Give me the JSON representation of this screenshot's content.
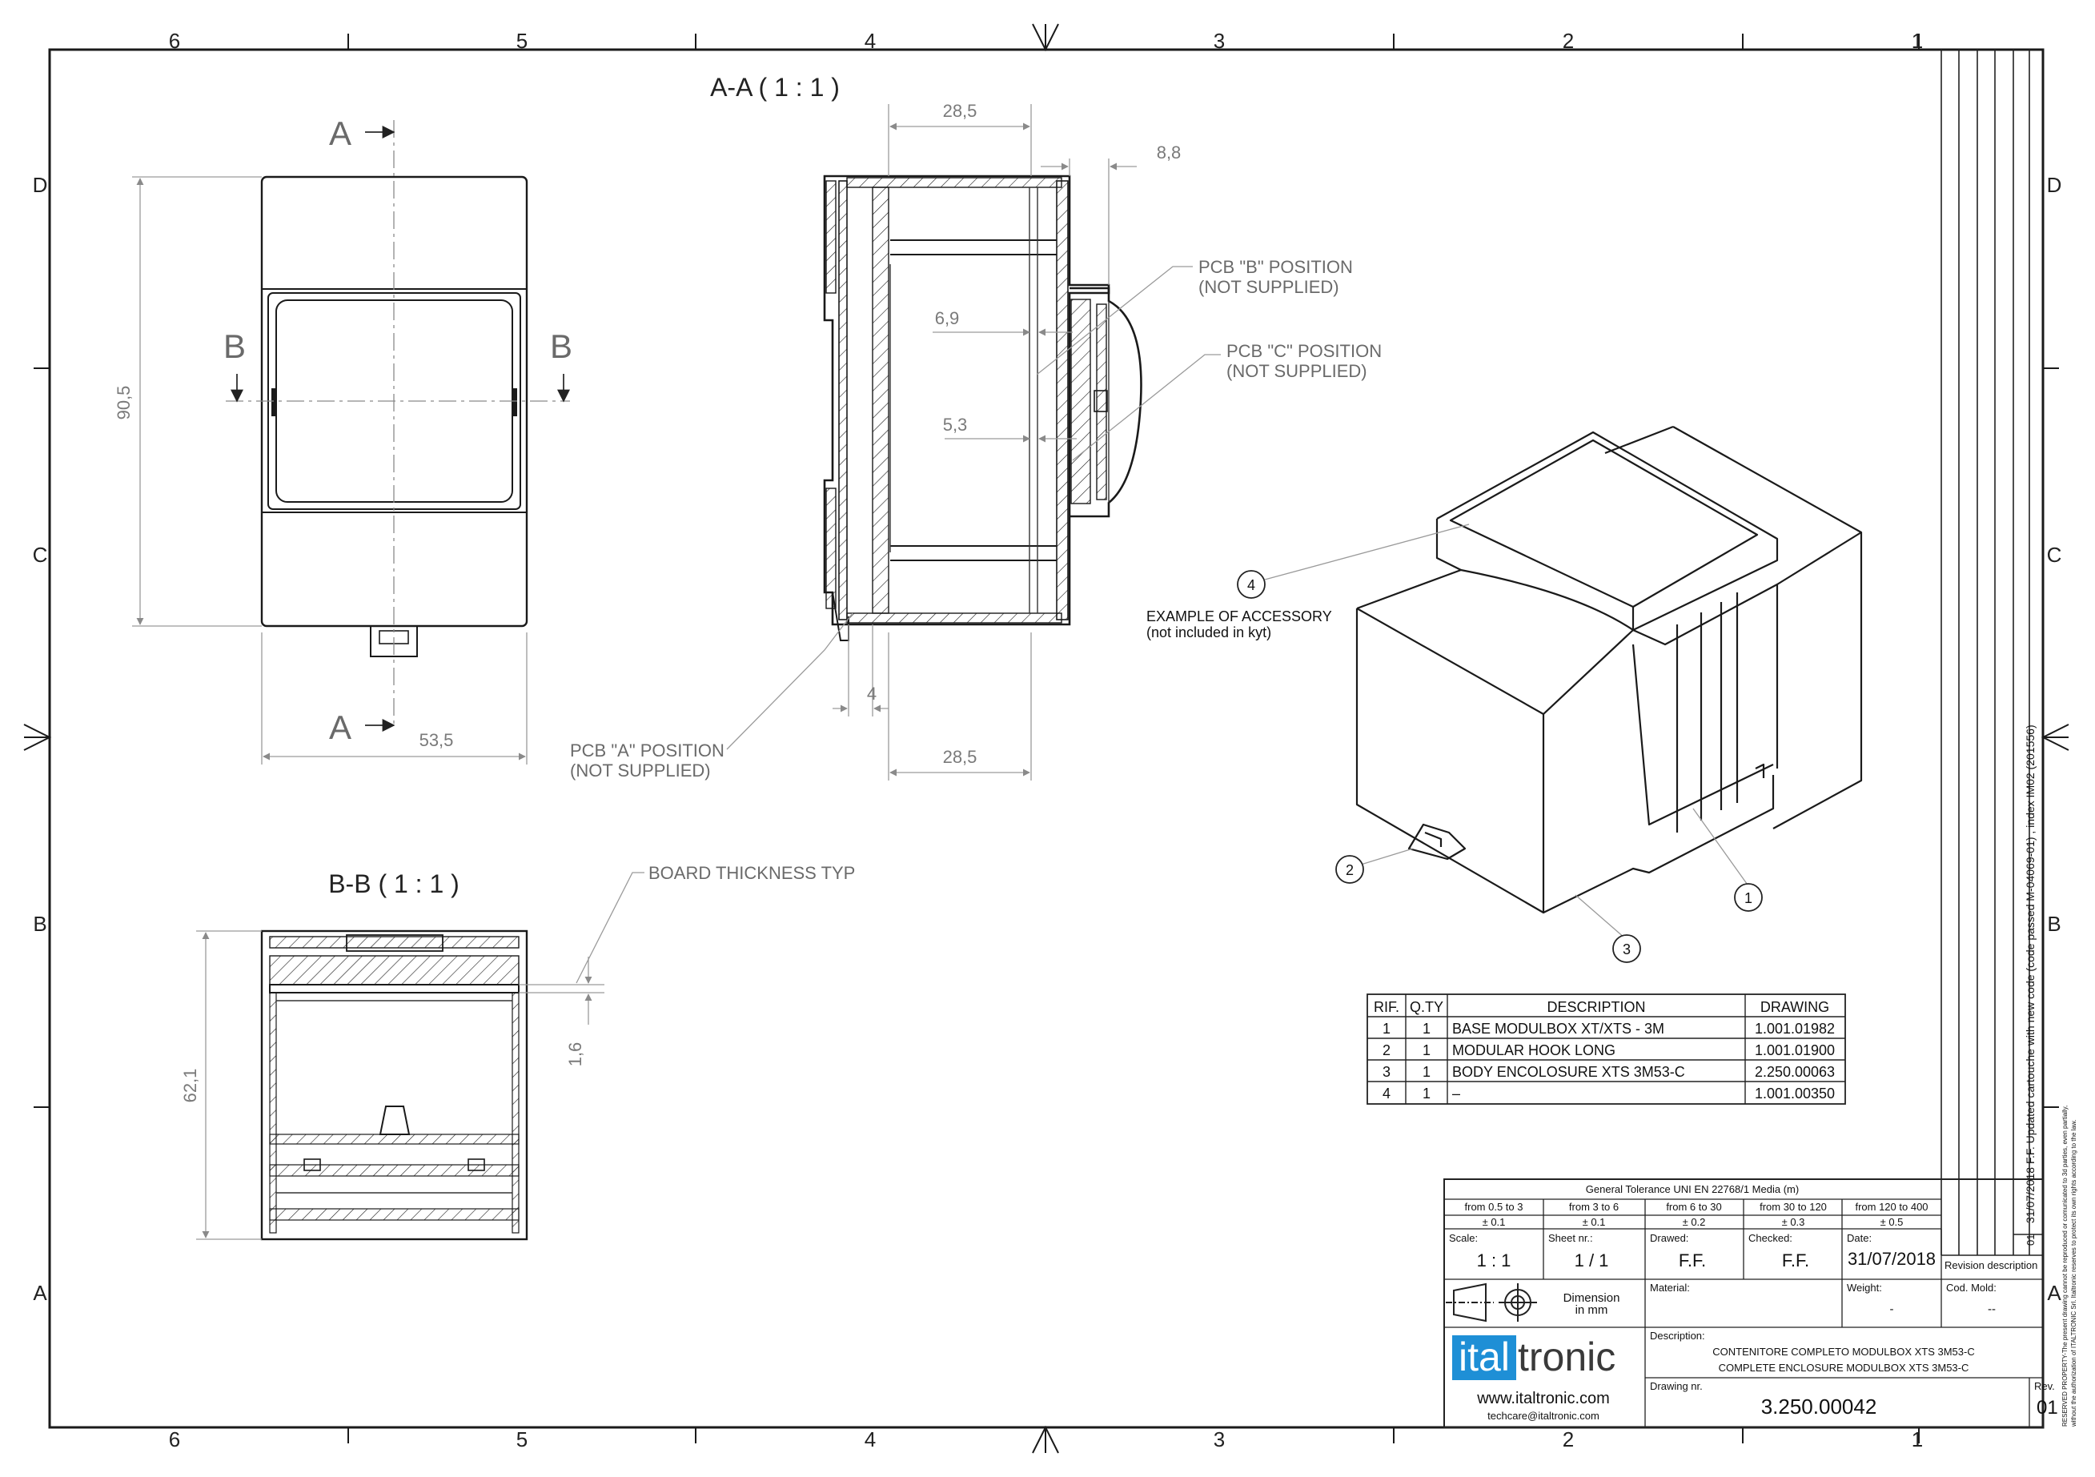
{
  "grid": {
    "columns": [
      "6",
      "5",
      "4",
      "3",
      "2",
      "1"
    ],
    "rows": [
      "D",
      "C",
      "B",
      "A"
    ]
  },
  "views": {
    "section_aa_title": "A-A ( 1 : 1 )",
    "section_bb_title": "B-B ( 1 : 1 )",
    "cut_a": "A",
    "cut_b": "B"
  },
  "dimensions": {
    "height_front": "90,5",
    "width_front": "53,5",
    "top_section": "28,5",
    "bottom_section": "28,5",
    "side_protrusion": "8,8",
    "pcb_b_offset": "6,9",
    "pcb_c_offset": "5,3",
    "pcb_a_offset": "4",
    "height_bb": "62,1",
    "board_thickness": "1,6"
  },
  "notes": {
    "pcb_a_1": "PCB \"A\" POSITION",
    "pcb_a_2": "(NOT SUPPLIED)",
    "pcb_b_1": "PCB \"B\" POSITION",
    "pcb_b_2": "(NOT SUPPLIED)",
    "pcb_c_1": "PCB \"C\" POSITION",
    "pcb_c_2": "(NOT SUPPLIED)",
    "board_thickness": "BOARD THICKNESS TYP",
    "accessory_1": "EXAMPLE OF ACCESSORY",
    "accessory_2": "(not included in kyt)"
  },
  "balloons": [
    "1",
    "2",
    "3",
    "4"
  ],
  "parts_table": {
    "headers": [
      "RIF.",
      "Q.TY",
      "DESCRIPTION",
      "DRAWING"
    ],
    "rows": [
      [
        "1",
        "1",
        "BASE MODULBOX XT/XTS - 3M",
        "1.001.01982"
      ],
      [
        "2",
        "1",
        "MODULAR HOOK LONG",
        "1.001.01900"
      ],
      [
        "3",
        "1",
        "BODY ENCOLOSURE XTS 3M53-C",
        "2.250.00063"
      ],
      [
        "4",
        "1",
        "–",
        "1.001.00350"
      ]
    ]
  },
  "title_block": {
    "tolerance_title": "General Tolerance UNI EN 22768/1 Media (m)",
    "tolerance_ranges": [
      "from 0.5 to 3",
      "from 3 to 6",
      "from 6 to 30",
      "from 30 to 120",
      "from 120 to 400"
    ],
    "tolerance_values": [
      "± 0.1",
      "± 0.1",
      "± 0.2",
      "± 0.3",
      "± 0.5"
    ],
    "scale_label": "Scale:",
    "scale": "1 : 1",
    "sheet_label": "Sheet nr.:",
    "sheet": "1 / 1",
    "drawed_label": "Drawed:",
    "drawed": "F.F.",
    "checked_label": "Checked:",
    "checked": "F.F.",
    "date_label": "Date:",
    "date": "31/07/2018",
    "revision_label": "Revision description",
    "dimension_1": "Dimension",
    "dimension_2": "in mm",
    "material_label": "Material:",
    "weight_label": "Weight:",
    "weight": "-",
    "mold_label": "Cod. Mold:",
    "mold": "--",
    "logo_ital": "ital",
    "logo_tronic": "tronic",
    "website": "www.italtronic.com",
    "email": "techcare@italtronic.com",
    "description_label": "Description:",
    "description_it": "CONTENITORE COMPLETO MODULBOX XTS 3M53-C",
    "description_en": "COMPLETE ENCLOSURE MODULBOX XTS 3M53-C",
    "drawing_nr_label": "Drawing nr.",
    "drawing_nr": "3.250.00042",
    "rev_label": "Rev.",
    "rev": "01",
    "revision_number": "01",
    "revision_text": "31/07/2018 F.F. Updated cartouche with new code (code passed M-04069-01) , index IM02 (201556)",
    "reserved_1": "RESERVED PROPERTY-The present drawing cannot be reproduced or comunicated to 3d parties, even partially,",
    "reserved_2": "without the authorization of ITALTRONIC Srl. Italtronic reserves to protect its own rights according to the law."
  },
  "colors": {
    "logo_blue": "#1e8fd6",
    "logo_text": "#3a3a3a",
    "line": "#1a1a1a",
    "dimension": "#9a9a9a"
  }
}
